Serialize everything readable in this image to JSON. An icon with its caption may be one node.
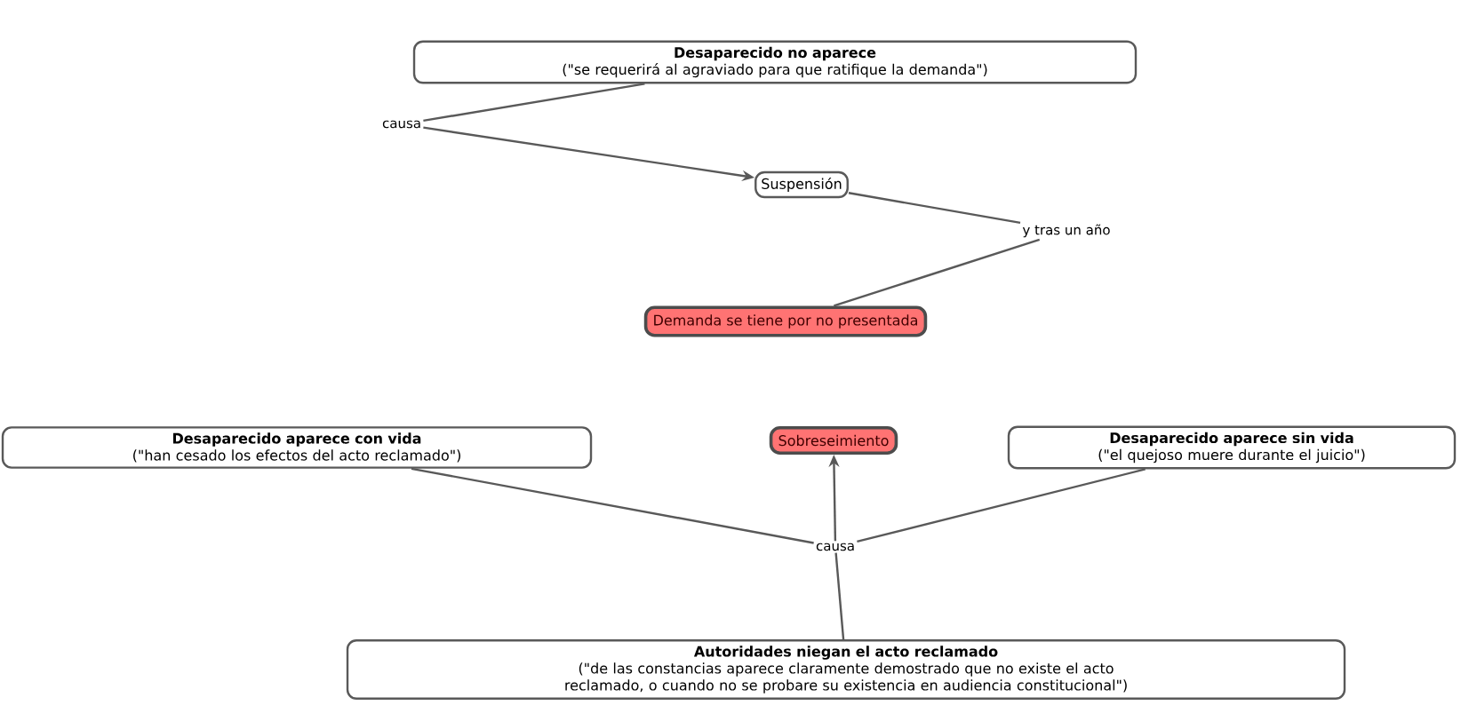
{
  "diagram": {
    "nodes": [
      {
        "text": [
          "Desaparecido no aparece",
          "(\"se requerirá al agraviado para que ratifique la demanda\")"
        ]
      },
      {
        "text": [
          "causa"
        ]
      },
      {
        "text": [
          "Suspensión"
        ]
      },
      {
        "text": [
          "y tras un año"
        ]
      },
      {
        "text": [
          "Demanda se tiene por no presentada"
        ]
      },
      {
        "text": [
          "Desaparecido aparece con vida",
          "(\"han cesado los efectos del acto reclamado\")"
        ]
      },
      {
        "text": [
          "Sobreseimiento"
        ]
      },
      {
        "text": [
          "Desaparecido aparece sin vida",
          "(\"el quejoso muere durante el juicio\")"
        ]
      },
      {
        "text": [
          "causa"
        ]
      },
      {
        "text": [
          "Autoridades niegan el acto reclamado",
          "(\"de las constancias aparece claramente demostrado que no existe el acto reclamado, o cuando no se probare su existencia en audiencia constitucional\")"
        ]
      }
    ],
    "edges": [
      {
        "from": 0,
        "to": 1,
        "arrow": "none"
      },
      {
        "from": 1,
        "to": 2,
        "arrow": "to"
      },
      {
        "from": 2,
        "to": 3,
        "arrow": "none"
      },
      {
        "from": 3,
        "to": 4,
        "arrow": "none"
      },
      {
        "from": 5,
        "to": 8,
        "arrow": "none"
      },
      {
        "from": 7,
        "to": 8,
        "arrow": "none"
      },
      {
        "from": 9,
        "to": 8,
        "arrow": "none"
      },
      {
        "from": 8,
        "to": 6,
        "arrow": "to"
      }
    ]
  }
}
